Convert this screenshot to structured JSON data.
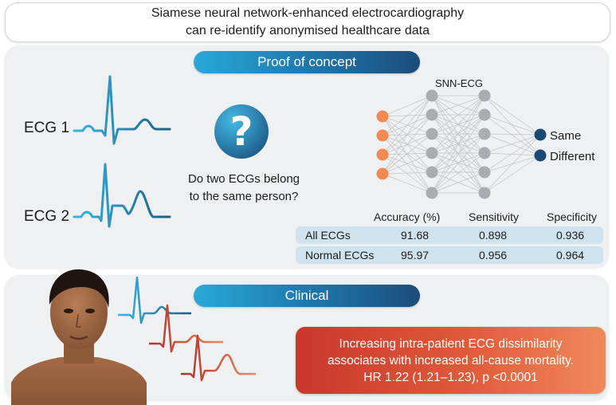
{
  "title": {
    "line1": "Siamese neural network-enhanced electrocardiography",
    "line2": "can re-identify anonymised healthcare data"
  },
  "proof": {
    "pill": "Proof of concept",
    "ecg1_label": "ECG 1",
    "ecg2_label": "ECG 2",
    "question_line1": "Do two ECGs belong",
    "question_line2": "to the same person?",
    "network_label": "SNN-ECG",
    "outputs": {
      "same": "Same",
      "different": "Different"
    },
    "table": {
      "headers": [
        "Accuracy (%)",
        "Sensitivity",
        "Specificity"
      ],
      "rows": [
        {
          "label": "All ECGs",
          "accuracy": "91.68",
          "sensitivity": "0.898",
          "specificity": "0.936"
        },
        {
          "label": "Normal ECGs",
          "accuracy": "95.97",
          "sensitivity": "0.956",
          "specificity": "0.964"
        }
      ]
    }
  },
  "clinical": {
    "pill": "Clinical",
    "finding_line1": "Increasing intra-patient ECG dissimilarity",
    "finding_line2": "associates with increased all-cause mortality.",
    "finding_line3": "HR 1.22 (1.21–1.23), p <0.0001"
  },
  "colors": {
    "ecg_blue": "#1f8fc4",
    "ecg_dark": "#1d5f86",
    "node_orange": "#f08a52",
    "node_grey": "#a9adb1",
    "node_navy": "#1a4a74",
    "ecg_red": "#c8372c"
  },
  "icons": [
    "question-mark-icon",
    "person-illustration"
  ]
}
